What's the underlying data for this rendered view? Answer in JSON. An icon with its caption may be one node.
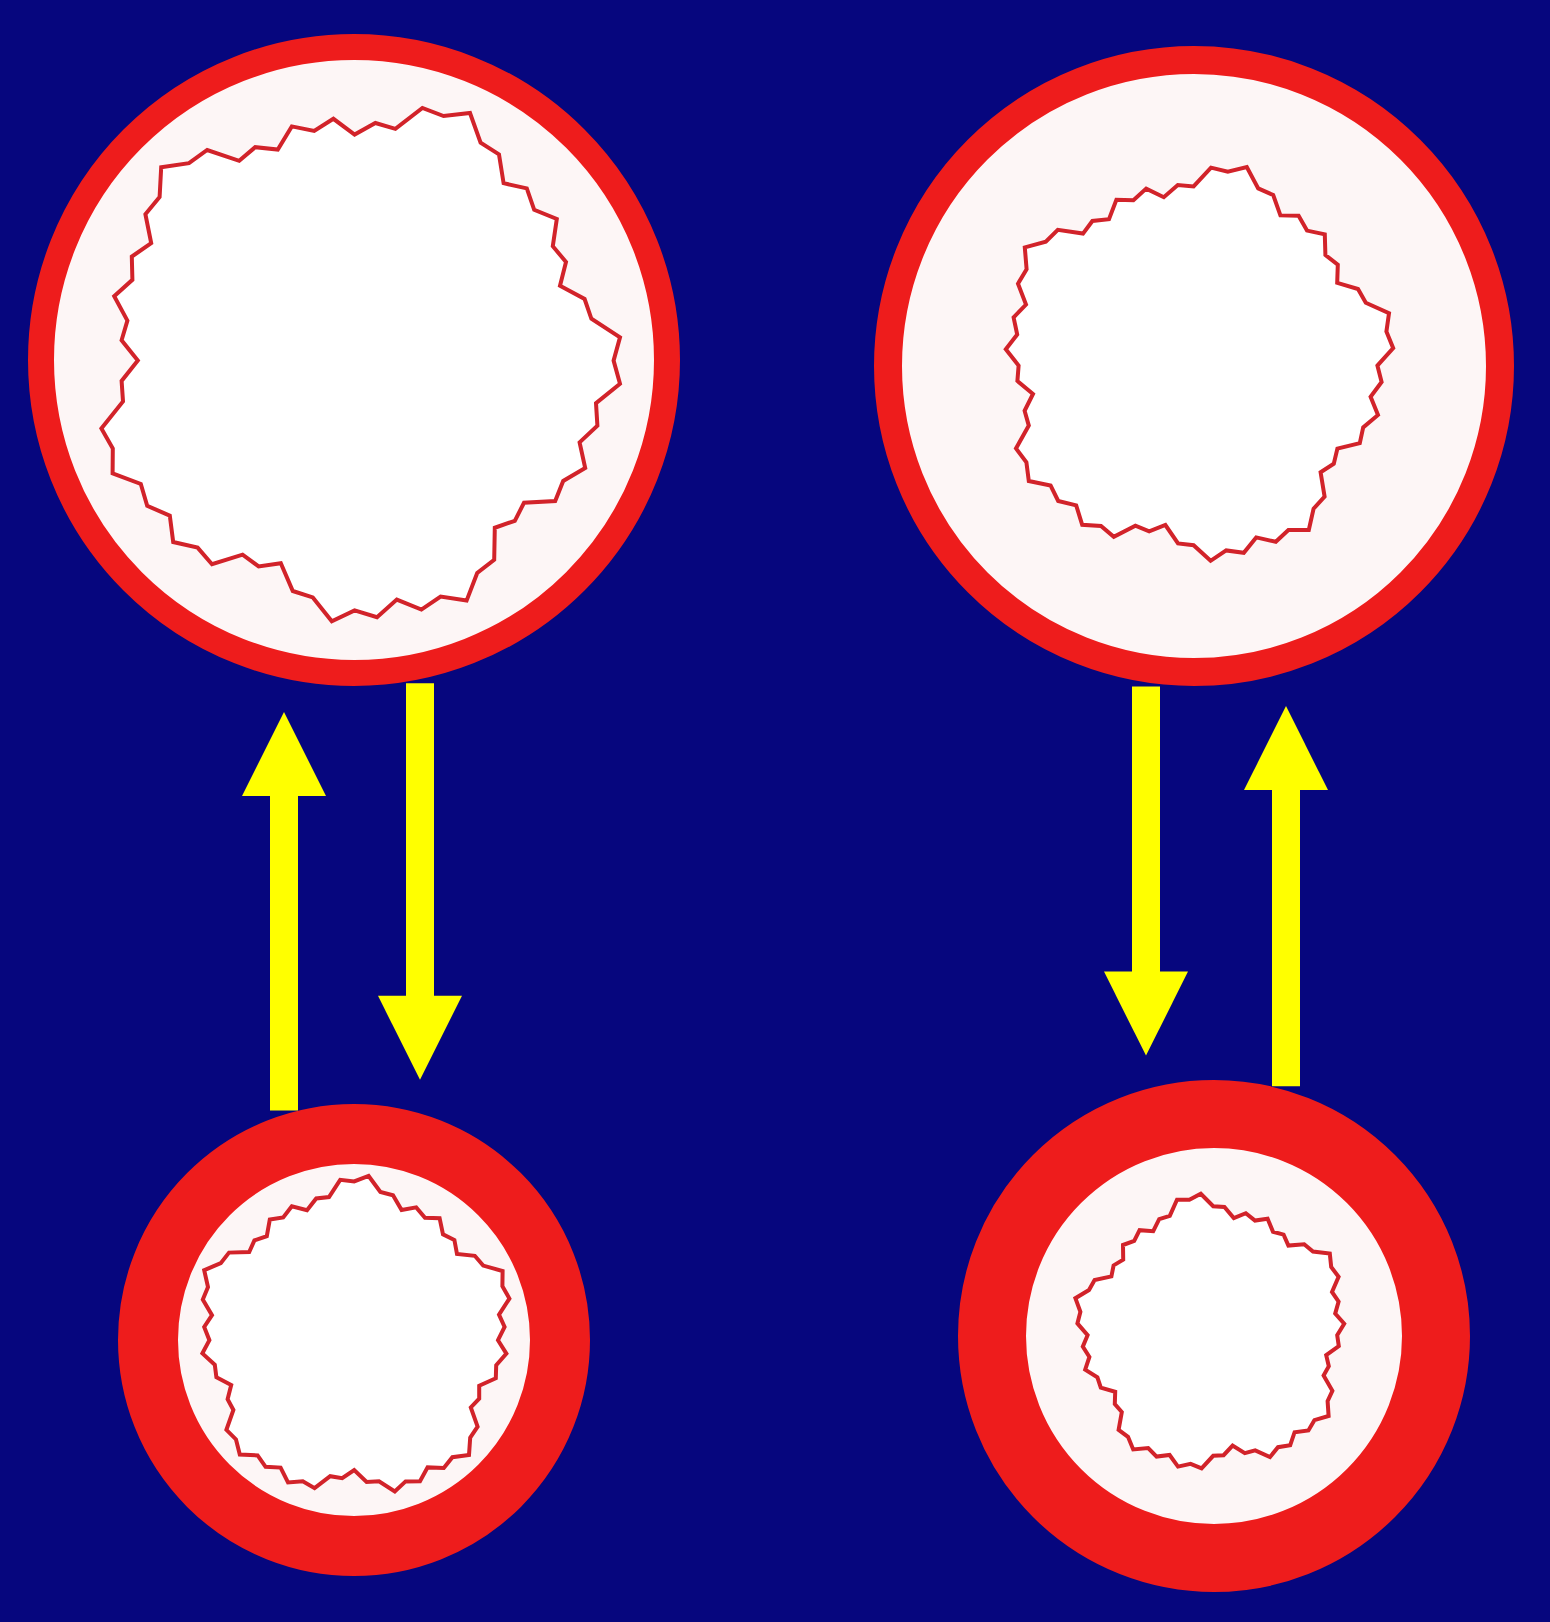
{
  "diagram": {
    "nodes": [
      {
        "text": [],
        "shape": "circle"
      },
      {
        "text": [],
        "shape": "circle"
      },
      {
        "text": [],
        "shape": "circle"
      },
      {
        "text": [],
        "shape": "circle"
      }
    ],
    "edges": [
      {
        "from": 2,
        "to": 0,
        "arrow": "to"
      },
      {
        "from": 0,
        "to": 2,
        "arrow": "to"
      },
      {
        "from": 1,
        "to": 3,
        "arrow": "to"
      },
      {
        "from": 3,
        "to": 1,
        "arrow": "to"
      }
    ]
  }
}
